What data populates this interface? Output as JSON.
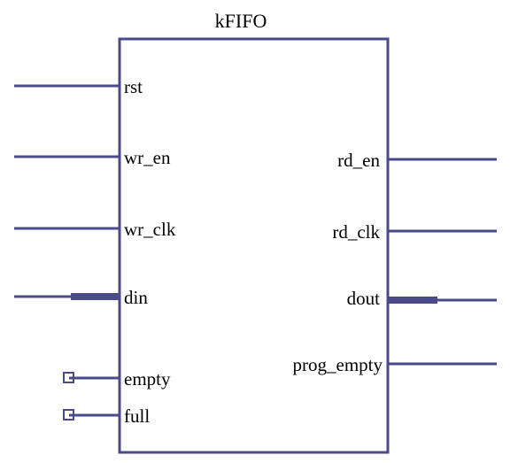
{
  "block": {
    "title": "kFIFO",
    "colors": {
      "outline": "#4a4a8a",
      "text": "#000000",
      "background": "#ffffff"
    }
  },
  "ports": {
    "left": [
      {
        "id": "rst",
        "label": "rst",
        "kind": "input"
      },
      {
        "id": "wr-en",
        "label": "wr_en",
        "kind": "input"
      },
      {
        "id": "wr-clk",
        "label": "wr_clk",
        "kind": "input"
      },
      {
        "id": "din",
        "label": "din",
        "kind": "bus-input"
      },
      {
        "id": "empty",
        "label": "empty",
        "kind": "status-output"
      },
      {
        "id": "full",
        "label": "full",
        "kind": "status-output"
      }
    ],
    "right": [
      {
        "id": "rd-en",
        "label": "rd_en",
        "kind": "input"
      },
      {
        "id": "rd-clk",
        "label": "rd_clk",
        "kind": "input"
      },
      {
        "id": "dout",
        "label": "dout",
        "kind": "bus-output"
      },
      {
        "id": "prog-empty",
        "label": "prog_empty",
        "kind": "output"
      }
    ]
  }
}
